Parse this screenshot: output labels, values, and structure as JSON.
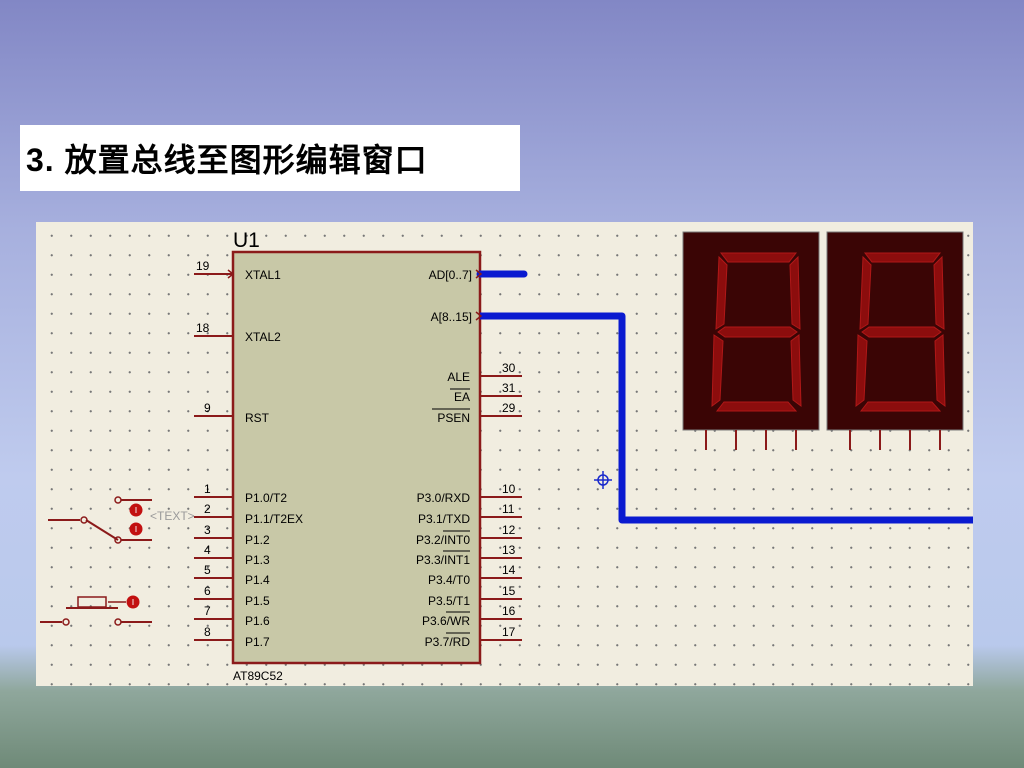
{
  "title": "3. 放置总线至图形编辑窗口",
  "chip": {
    "ref": "U1",
    "part": "AT89C52",
    "left_pins": [
      {
        "num": "19",
        "name": "XTAL1"
      },
      {
        "num": "18",
        "name": "XTAL2"
      },
      {
        "num": "9",
        "name": "RST"
      },
      {
        "num": "1",
        "name": "P1.0/T2"
      },
      {
        "num": "2",
        "name": "P1.1/T2EX"
      },
      {
        "num": "3",
        "name": "P1.2"
      },
      {
        "num": "4",
        "name": "P1.3"
      },
      {
        "num": "5",
        "name": "P1.4"
      },
      {
        "num": "6",
        "name": "P1.5"
      },
      {
        "num": "7",
        "name": "P1.6"
      },
      {
        "num": "8",
        "name": "P1.7"
      }
    ],
    "right_bus": [
      {
        "name": "AD[0..7]"
      },
      {
        "name": "A[8..15]"
      }
    ],
    "right_pins": [
      {
        "num": "30",
        "name": "ALE"
      },
      {
        "num": "31",
        "name": "EA"
      },
      {
        "num": "29",
        "name": "PSEN"
      },
      {
        "num": "10",
        "name": "P3.0/RXD"
      },
      {
        "num": "11",
        "name": "P3.1/TXD"
      },
      {
        "num": "12",
        "name": "P3.2/INT0"
      },
      {
        "num": "13",
        "name": "P3.3/INT1"
      },
      {
        "num": "14",
        "name": "P3.4/T0"
      },
      {
        "num": "15",
        "name": "P3.5/T1"
      },
      {
        "num": "16",
        "name": "P3.6/WR"
      },
      {
        "num": "17",
        "name": "P3.7/RD"
      }
    ]
  },
  "text_placeholder": "<TEXT>",
  "display": {
    "digits": [
      "8",
      "8"
    ]
  },
  "colors": {
    "bus": "#0a1ad0",
    "wire": "#8b1a1a",
    "chip_fill": "#c8c8a7",
    "display_bg": "#3a0505",
    "segment": "#8c0d0d",
    "canvas": "#f1ede0"
  }
}
